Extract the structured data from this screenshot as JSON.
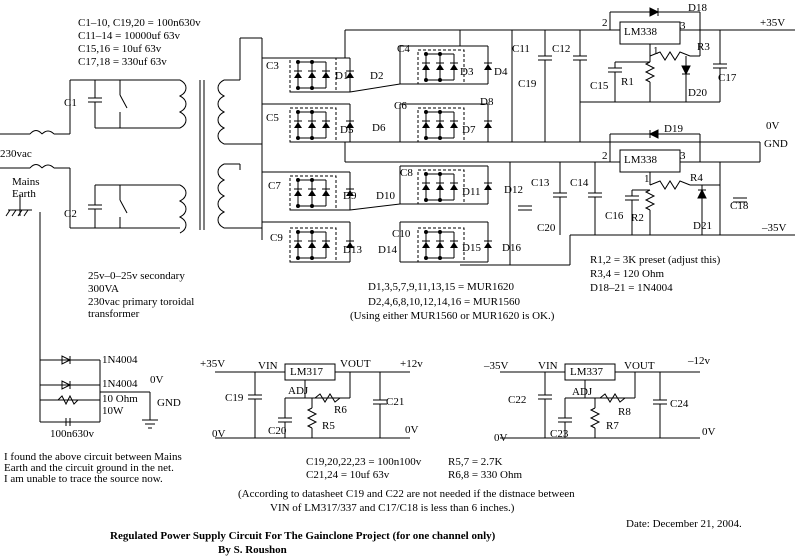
{
  "notes": {
    "caps_line1": "C1–10, C19,20 = 100n630v",
    "caps_line2": "C11–14 = 10000uf 63v",
    "caps_line3": "C15,16 = 10uf 63v",
    "caps_line4": "C17,18 = 330uf 63v",
    "transformer_line1": "25v–0–25v secondary",
    "transformer_line2": "300VA",
    "transformer_line3": "230vac primary toroidal",
    "transformer_line4": "transformer",
    "diodes_line1": "D1,3,5,7,9,11,13,15 = MUR1620",
    "diodes_line2": "D2,4,6,8,10,12,14,16 = MUR1560",
    "diodes_line3": "(Using either MUR1560 or MUR1620 is OK.)",
    "res_line1": "R1,2 = 3K preset (adjust this)",
    "res_line2": "R3,4 = 120 Ohm",
    "res_line3": "D18–21 = 1N4004",
    "earth_line1": "I found the above circuit between Mains",
    "earth_line2": "Earth and the circuit ground in the net.",
    "earth_line3": "I am unable to trace the source now.",
    "lm317_caps1": "C19,20,22,23 = 100n100v",
    "lm317_caps2": "C21,24 = 10uf 63v",
    "lm317_res1": "R5,7 = 2.7K",
    "lm317_res2": "R6,8 = 330 Ohm",
    "datasheet1": "(According to datasheet C19 and C22 are not needed if the distnace between",
    "datasheet2": "VIN of LM317/337 and C17/C18 is less than 6 inches.)",
    "date": "Date: December 21, 2004.",
    "title": "Regulated Power Supply Circuit For The Gainclone Project (for one channel only)",
    "author": "By S. Roushon"
  },
  "labels": {
    "ac_in": "230vac",
    "mains_earth1": "Mains",
    "mains_earth2": "Earth",
    "c1": "C1",
    "c2": "C2",
    "c3": "C3",
    "c4": "C4",
    "c5": "C5",
    "c6": "C6",
    "c7": "C7",
    "c8": "C8",
    "c9": "C9",
    "c10": "C10",
    "c11": "C11",
    "c12": "C12",
    "c13": "C13",
    "c14": "C14",
    "c15": "C15",
    "c16": "C16",
    "c17": "C17",
    "c18": "C18",
    "c19": "C19",
    "c20": "C20",
    "d1": "D1",
    "d2": "D2",
    "d3": "D3",
    "d4": "D4",
    "d5": "D5",
    "d6": "D6",
    "d7": "D7",
    "d8": "D8",
    "d9": "D9",
    "d10": "D10",
    "d11": "D11",
    "d12": "D12",
    "d13": "D13",
    "d14": "D14",
    "d15": "D15",
    "d16": "D16",
    "d18": "D18",
    "d19": "D19",
    "d20": "D20",
    "d21": "D21",
    "r1": "R1",
    "r2": "R2",
    "r3": "R3",
    "r4": "R4",
    "reg_pos": "LM338",
    "reg_neg": "LM338",
    "pin1a": "1",
    "pin2a": "2",
    "pin3a": "3",
    "pin1b": "1",
    "pin2b": "2",
    "pin3b": "3",
    "plus35": "+35V",
    "zero_v": "0V",
    "gnd": "GND",
    "minus35": "–35V",
    "diode_a": "1N4004",
    "diode_b": "1N4004",
    "res_10": "10 Ohm",
    "res_10w": "10W",
    "cap_100n": "100n630v",
    "gnd_zero": "0V",
    "gnd_label": "GND"
  },
  "lm317": {
    "in_v": "+35V",
    "vin": "VIN",
    "chip": "LM317",
    "vout": "VOUT",
    "out_v": "+12v",
    "adj": "ADJ",
    "c19": "C19",
    "c20": "C20",
    "c21": "C21",
    "r5": "R5",
    "r6": "R6",
    "gnd_l": "0V",
    "gnd_r": "0V"
  },
  "lm337": {
    "in_v": "–35V",
    "vin": "VIN",
    "chip": "LM337",
    "vout": "VOUT",
    "out_v": "–12v",
    "adj": "ADJ",
    "c22": "C22",
    "c23": "C23",
    "c24": "C24",
    "r7": "R7",
    "r8": "R8",
    "gnd_l": "0V",
    "gnd_r": "0V"
  }
}
